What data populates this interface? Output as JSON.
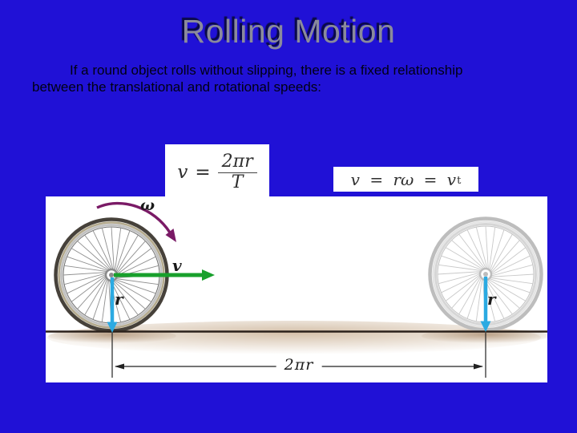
{
  "slide": {
    "title": "Rolling Motion",
    "body_line1": "If a round object rolls without slipping, there is a fixed relationship",
    "body_line2": "between the translational and rotational speeds:"
  },
  "formula_period": {
    "lhs": "v",
    "equals": "=",
    "numerator": "2πr",
    "denominator": "T"
  },
  "formula_tangential": {
    "main": "v = rω = v",
    "subscript": "t"
  },
  "diagram": {
    "omega_label": "ω",
    "velocity_label": "v",
    "radius_label_left": "r",
    "radius_label_right": "r",
    "distance_label": "2πr",
    "wheels": {
      "left": {
        "tire": "#46413a",
        "band": "#b3a98c",
        "rim": "#c2c2c2",
        "rim_edge": "#6e6e6e",
        "spoke": "#8f8f8f",
        "hub": "#8a8a8a"
      },
      "right": {
        "tire": "#bdbdbd",
        "band": "#e4e4e4",
        "rim": "#d6d6d6",
        "rim_edge": "#c2c2c2",
        "spoke": "#c9c9c9",
        "hub": "#bdbdbd"
      }
    }
  },
  "colors": {
    "background": "#2011d6",
    "title_fill": "#8a8a9c",
    "title_shadow": "#0a0a45",
    "body_text": "#000014",
    "formula_text": "#2e2e2e",
    "velocity_arrow": "#18a02c",
    "radius_arrow": "#2baae2",
    "omega_arrow": "#7a1a66",
    "ground_line": "#2b211b",
    "ground_wash": "#cdb59a",
    "dimension_line": "#222222"
  }
}
